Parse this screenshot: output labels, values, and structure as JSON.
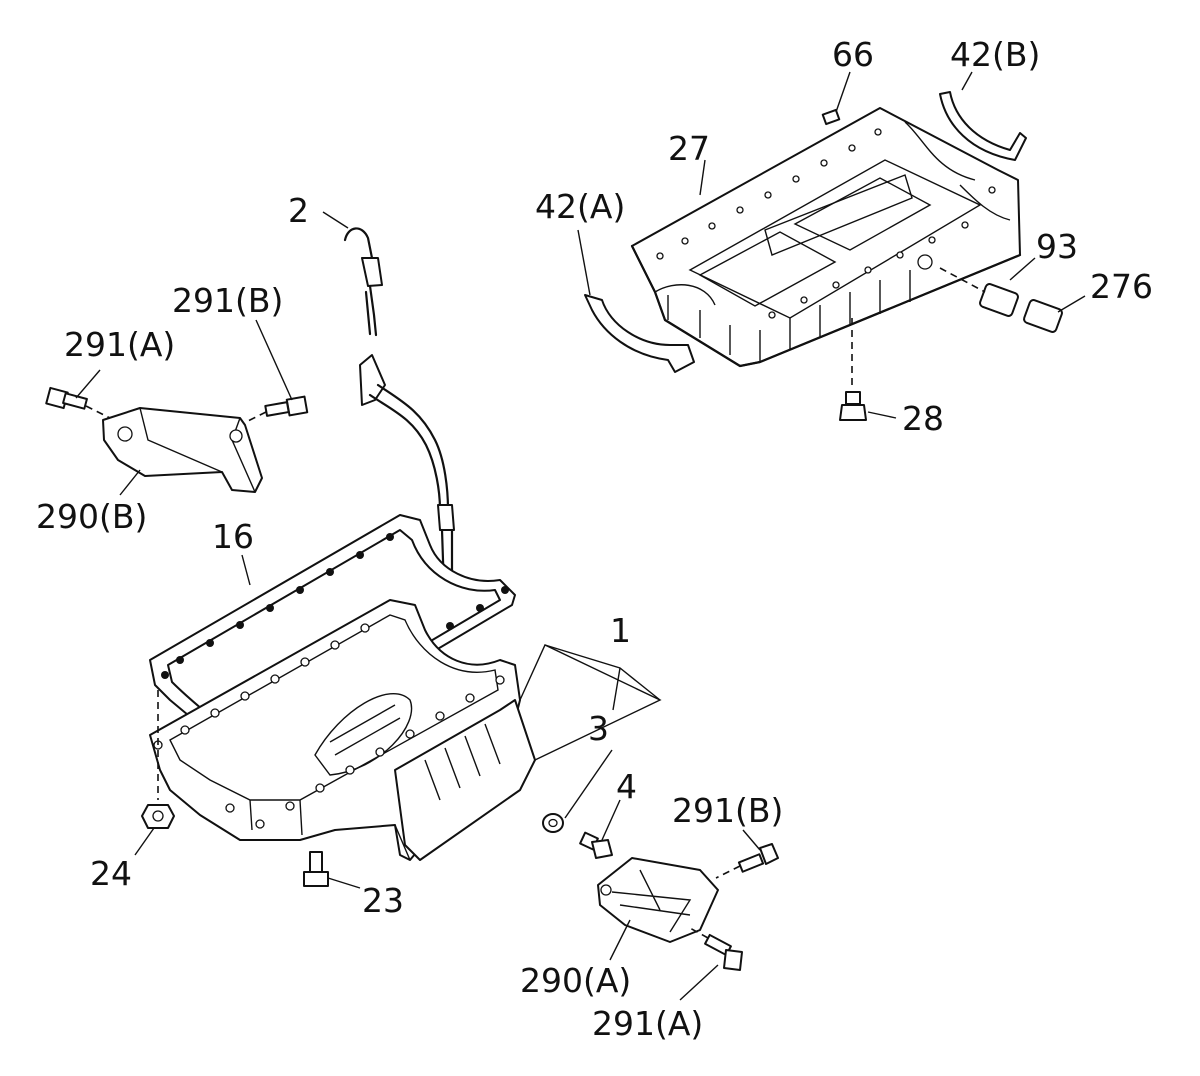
{
  "labels": {
    "p1": "1",
    "p2": "2",
    "p3": "3",
    "p4": "4",
    "p16": "16",
    "p23": "23",
    "p24": "24",
    "p27": "27",
    "p28": "28",
    "p42a": "42(A)",
    "p42b": "42(B)",
    "p66": "66",
    "p93": "93",
    "p276": "276",
    "p290a": "290(A)",
    "p290b": "290(B)",
    "p291a_top": "291(A)",
    "p291b_top": "291(B)",
    "p291a_bottom": "291(A)",
    "p291b_bottom": "291(B)"
  }
}
